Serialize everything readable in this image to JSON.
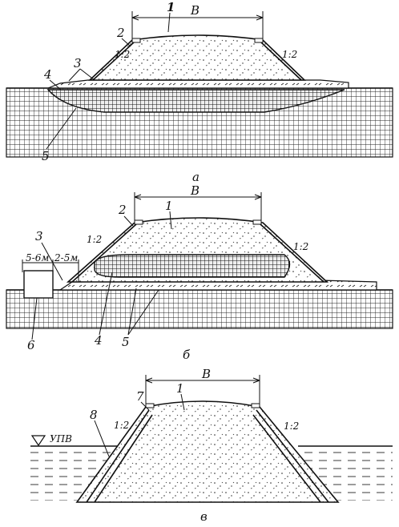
{
  "figure": {
    "a": {
      "caption": "а",
      "width_label": "В",
      "callouts": [
        "1",
        "2",
        "3",
        "4",
        "5"
      ],
      "slope_left": "1:2",
      "slope_right": "1:2"
    },
    "b": {
      "caption": "б",
      "width_label": "В",
      "callouts": [
        "1",
        "2",
        "3",
        "4",
        "5",
        "6"
      ],
      "slope_left": "1:2",
      "slope_right": "1:2",
      "dim_1": "5-6м",
      "dim_2": "2-5м"
    },
    "v": {
      "caption": "в",
      "width_label": "В",
      "callouts": [
        "1",
        "7",
        "8"
      ],
      "slope_left": "1:2",
      "slope_right": "1:2",
      "water_level": "УПВ"
    }
  }
}
